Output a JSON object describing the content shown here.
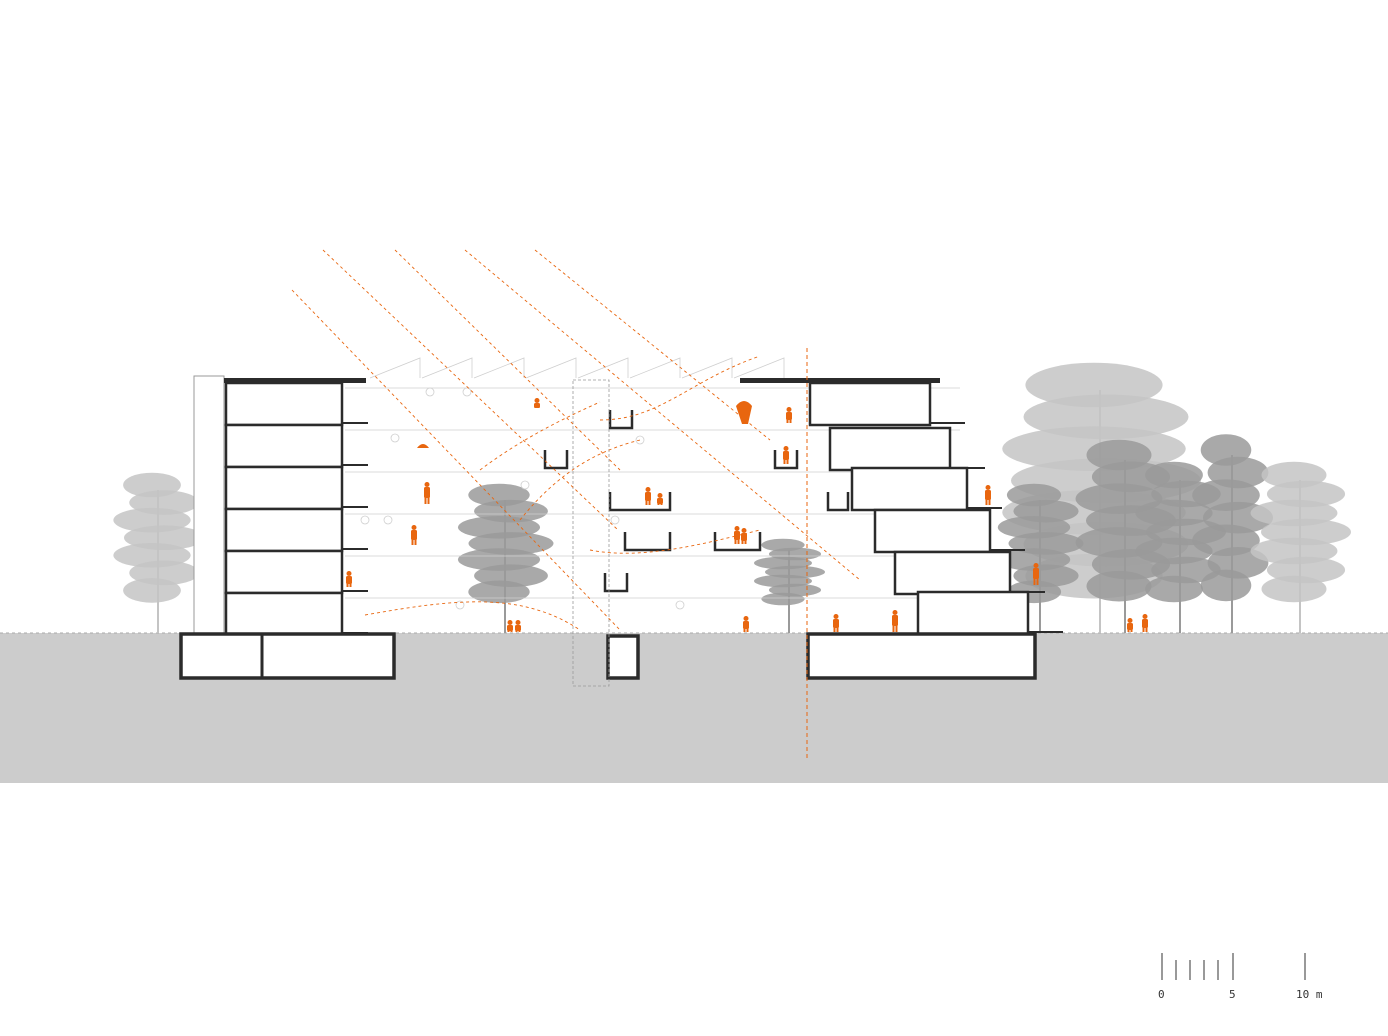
{
  "colors": {
    "ground": "#cccccc",
    "wall": "#2b2b2b",
    "accent": "#e8660f",
    "tree": "#9a9a9a",
    "tree_light": "#c4c4c4",
    "line": "#bdbdbd"
  },
  "scale_bar": {
    "label_0": "0",
    "label_5": "5",
    "label_10": "10 m"
  }
}
